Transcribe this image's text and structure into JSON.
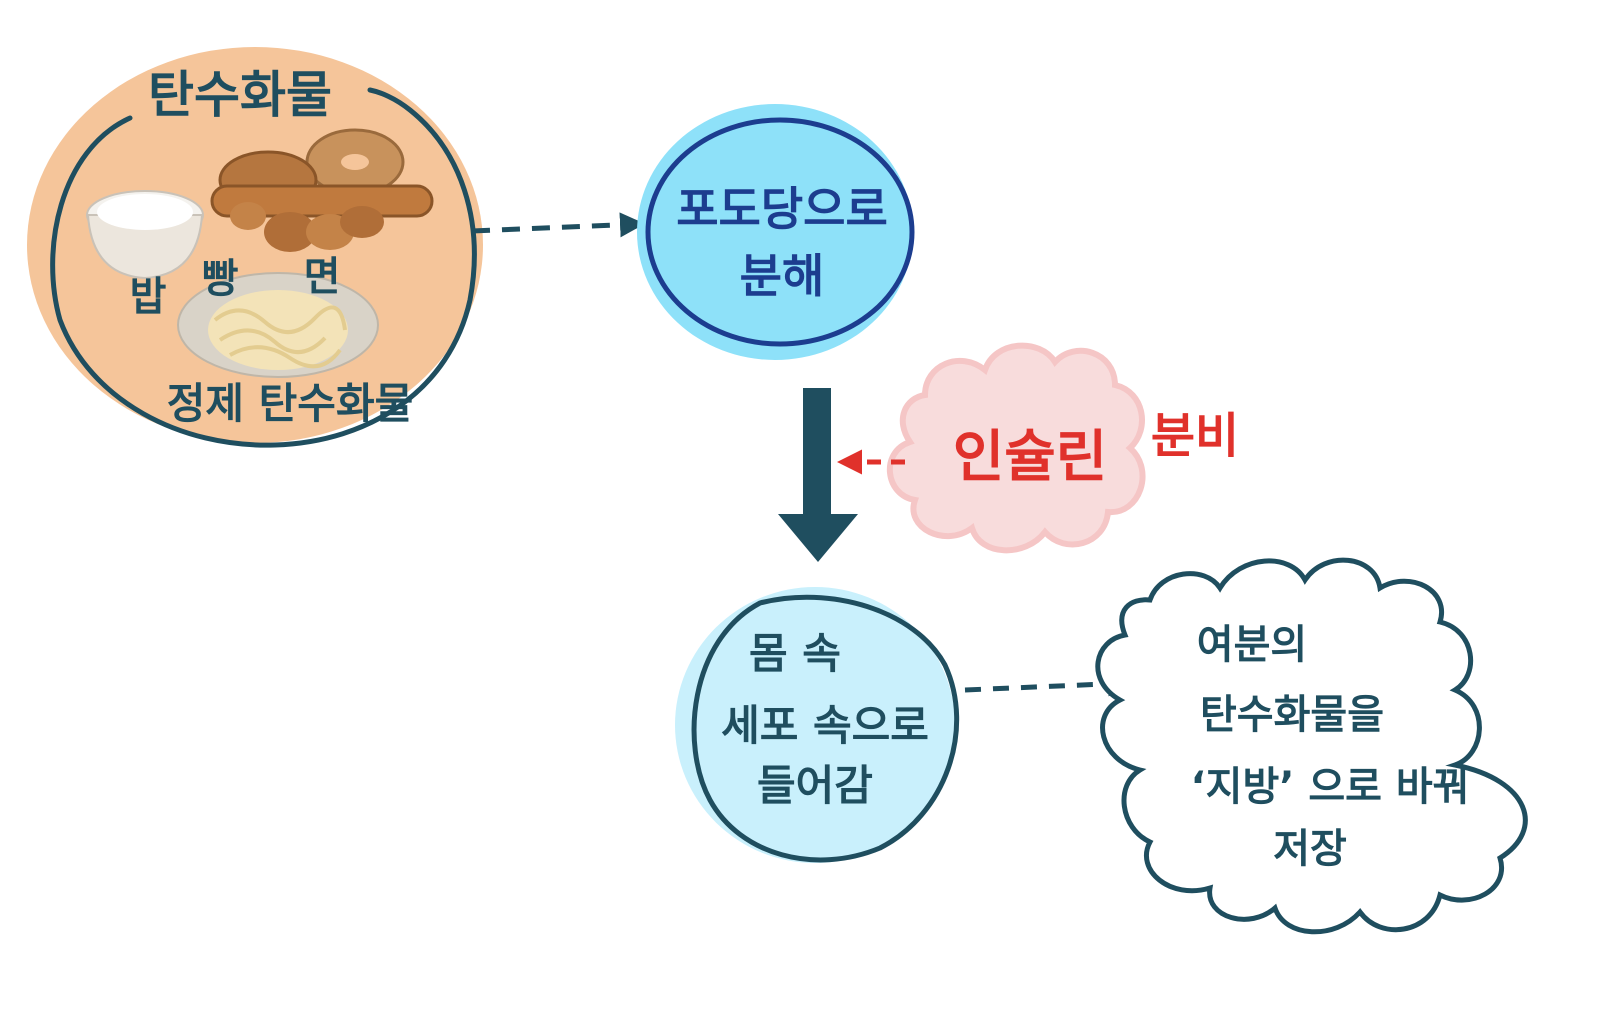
{
  "colors": {
    "ink": "#1f4e5f",
    "navy": "#1c3d8f",
    "carb_fill": "#f5c59a",
    "glucose_fill": "#8ee1f9",
    "cell_fill": "#c9f0fc",
    "insulin_fill": "#f8dcdc",
    "insulin_text": "#e0312b"
  },
  "carbs": {
    "title": "탄수화물",
    "food_labels": [
      "밥",
      "빵",
      "면"
    ],
    "subtitle": "정제 탄수화물",
    "icons": [
      "rice-bowl-icon",
      "bread-pile-icon",
      "noodle-plate-icon"
    ]
  },
  "glucose": {
    "line1": "포도당으로",
    "line2": "분해"
  },
  "insulin": {
    "label": "인슐린",
    "note": "분비"
  },
  "cell": {
    "line1": "몸 속",
    "line2": "세포 속으로",
    "line3": "들어감"
  },
  "excess": {
    "line1": "여분의",
    "line2": "탄수화물을",
    "line3": "‘지방’ 으로 바꿔",
    "line4": "저장"
  }
}
